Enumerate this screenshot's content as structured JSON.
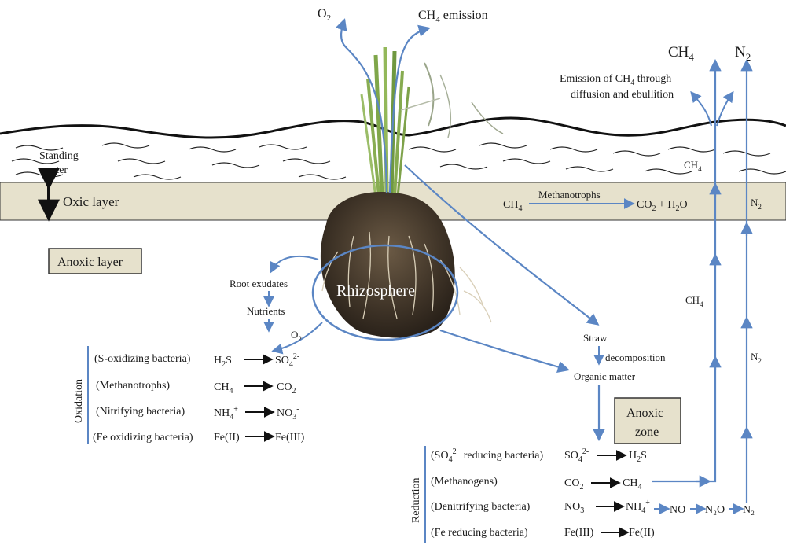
{
  "top": {
    "o2": "O",
    "o2_sub": "2",
    "ch4_emission_pre": "CH",
    "ch4_emission_sub": "4",
    "ch4_emission_post": " emission"
  },
  "right_top": {
    "ch4_pre": "CH",
    "ch4_sub": "4",
    "n2_pre": "N",
    "n2_sub": "2",
    "emission_line1_pre": "Emission of CH",
    "emission_line1_sub": "4",
    "emission_line1_post": " through",
    "emission_line2": "diffusion and ebullition"
  },
  "layers": {
    "standing_water_1": "Standing",
    "standing_water_2": "water",
    "oxic_layer": "Oxic layer",
    "anoxic_layer": "Anoxic layer"
  },
  "oxic_reaction": {
    "reactant_pre": "CH",
    "reactant_sub": "4",
    "enzyme": "Methanotrophs",
    "product_pre": "CO",
    "product_sub": "2",
    "product_post": " + H",
    "product_sub2": "2",
    "product_post2": "O",
    "ch4_in_water_pre": "CH",
    "ch4_in_water_sub": "4",
    "n2_in_oxic_pre": "N",
    "n2_in_oxic_sub": "2"
  },
  "rhizosphere": {
    "label": "Rhizosphere",
    "root_exudates": "Root exudates",
    "nutrients": "Nutrients",
    "o2_pre": "O",
    "o2_sub": "2"
  },
  "oxidation": {
    "title": "Oxidation",
    "rows": [
      {
        "organism": "(S-oxidizing bacteria)",
        "from_pre": "H",
        "from_sub": "2",
        "from_post": "S",
        "to_pre": "SO",
        "to_sub": "4",
        "to_sup": "2-"
      },
      {
        "organism": "(Methanotrophs)",
        "from_pre": "CH",
        "from_sub": "4",
        "from_post": "",
        "to_pre": "CO",
        "to_sub": "2",
        "to_sup": ""
      },
      {
        "organism": "(Nitrifying bacteria)",
        "from_pre": "NH",
        "from_sub": "4",
        "from_sup": "+",
        "from_post": "",
        "to_pre": "NO",
        "to_sub": "3",
        "to_sup": "-"
      },
      {
        "organism": "(Fe oxidizing bacteria)",
        "from_pre": "Fe(II)",
        "from_sub": "",
        "from_post": "",
        "to_pre": "Fe(III)",
        "to_sub": "",
        "to_sup": ""
      }
    ]
  },
  "straw": {
    "straw": "Straw",
    "decomposition": "decomposition",
    "organic_matter": "Organic matter"
  },
  "anoxic_zone": {
    "line1": "Anoxic",
    "line2": "zone"
  },
  "reduction": {
    "title": "Reduction",
    "rows": [
      {
        "organism_pre": "(SO",
        "organism_sub": "4",
        "organism_sup": "2−",
        "organism_post": " reducing bacteria)",
        "from": "SO",
        "from_sub": "4",
        "from_sup": "2-",
        "to_pre": "H",
        "to_sub": "2",
        "to_post": "S"
      },
      {
        "organism": "(Methanogens)",
        "from": "CO",
        "from_sub": "2",
        "to_pre": "CH",
        "to_sub": "4",
        "to_post": ""
      },
      {
        "organism": "(Denitrifying bacteria)",
        "from": "NO",
        "from_sub": "3",
        "from_sup": "-",
        "to_pre": "NH",
        "to_sub": "4",
        "to_sup": "+",
        "chain": [
          "NO",
          "N₂O",
          "N₂"
        ]
      },
      {
        "organism": "(Fe reducing bacteria)",
        "from": "Fe(III)",
        "to_pre": "Fe(II)"
      }
    ]
  },
  "right_mid": {
    "ch4_pre": "CH",
    "ch4_sub": "4",
    "n2_pre": "N",
    "n2_sub": "2"
  },
  "colors": {
    "arrow_blue": "#5b86c4",
    "oxic_band": "#e6e1cc",
    "label_box": "#e6e1cc",
    "ink": "#1a1a1a"
  }
}
